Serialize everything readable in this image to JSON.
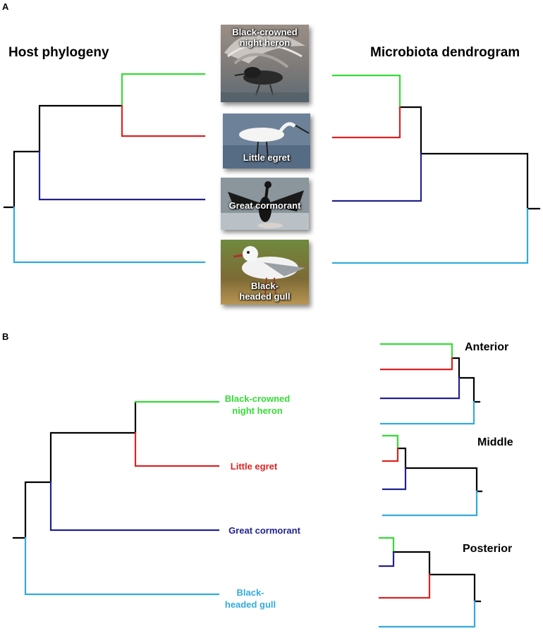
{
  "panel_a": {
    "letter": "A",
    "left_title": "Host phylogeny",
    "right_title": "Microbiota dendrogram",
    "photos": [
      {
        "label_line1": "Black-crowned",
        "label_line2": "night heron"
      },
      {
        "label_line1": "Little egret",
        "label_line2": ""
      },
      {
        "label_line1": "Great cormorant",
        "label_line2": ""
      },
      {
        "label_line1": "Black-",
        "label_line2": "headed gull"
      }
    ]
  },
  "panel_b": {
    "letter": "B",
    "species": [
      {
        "line1": "Black-crowned",
        "line2": "night heron"
      },
      {
        "line1": "Little egret",
        "line2": ""
      },
      {
        "line1": "Great cormorant",
        "line2": ""
      },
      {
        "line1": "Black-",
        "line2": "headed gull"
      }
    ],
    "dendrograms": [
      {
        "title": "Anterior"
      },
      {
        "title": "Middle"
      },
      {
        "title": "Posterior"
      }
    ]
  },
  "colors": {
    "black_crowned_night_heron": "#33dd33",
    "little_egret": "#dd2222",
    "great_cormorant": "#22228f",
    "black_headed_gull": "#33aadd",
    "internal_branch": "#000000"
  }
}
